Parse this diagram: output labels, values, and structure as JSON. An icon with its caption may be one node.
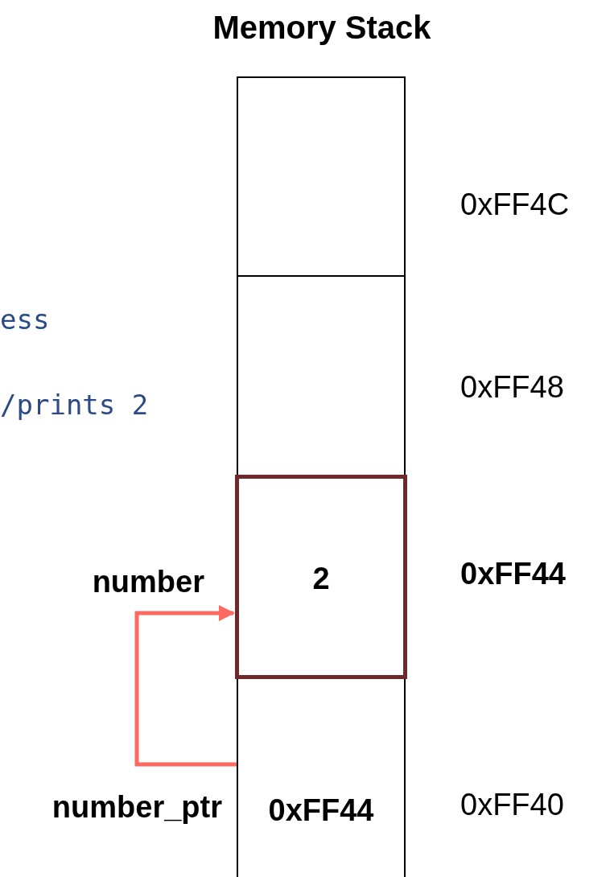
{
  "diagram": {
    "title": "Memory Stack",
    "nodes": [
      {
        "text": [],
        "shape": "box",
        "beside": [
          "0xFF4C"
        ]
      },
      {
        "text": [],
        "shape": "box",
        "beside": [
          "0xFF48"
        ]
      },
      {
        "text": [
          "2"
        ],
        "beside": [
          "number",
          "0xFF44"
        ]
      },
      {
        "text": [
          "0xFF44"
        ],
        "beside": [
          "number_ptr",
          "0xFF40"
        ]
      }
    ],
    "edges": [
      {
        "from": 3,
        "to": 2,
        "arrow": "to"
      }
    ],
    "labels": [
      "ess",
      "/prints 2"
    ]
  }
}
